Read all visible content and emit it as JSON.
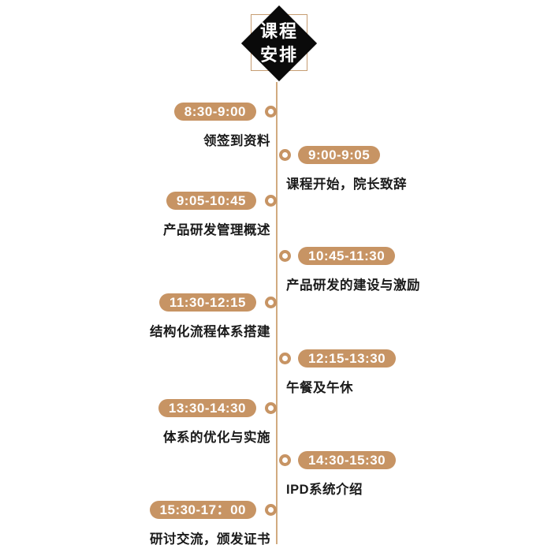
{
  "header": {
    "line1": "课程",
    "line2": "安排"
  },
  "colors": {
    "accent": "#c79464",
    "line": "#d1ab80",
    "badge": "#0a0a0a",
    "text": "#1a1a1a"
  },
  "schedule": [
    {
      "time": "8:30-9:00",
      "desc": "领签到资料",
      "side": "left"
    },
    {
      "time": "9:00-9:05",
      "desc": "课程开始，院长致辞",
      "side": "right"
    },
    {
      "time": "9:05-10:45",
      "desc": "产品研发管理概述",
      "side": "left"
    },
    {
      "time": "10:45-11:30",
      "desc": "产品研发的建设与激励",
      "side": "right"
    },
    {
      "time": "11:30-12:15",
      "desc": "结构化流程体系搭建",
      "side": "left"
    },
    {
      "time": "12:15-13:30",
      "desc": "午餐及午休",
      "side": "right"
    },
    {
      "time": "13:30-14:30",
      "desc": "体系的优化与实施",
      "side": "left"
    },
    {
      "time": "14:30-15:30",
      "desc": "IPD系统介绍",
      "side": "right"
    },
    {
      "time": "15:30-17：00",
      "desc": "研讨交流，颁发证书",
      "side": "left"
    }
  ]
}
